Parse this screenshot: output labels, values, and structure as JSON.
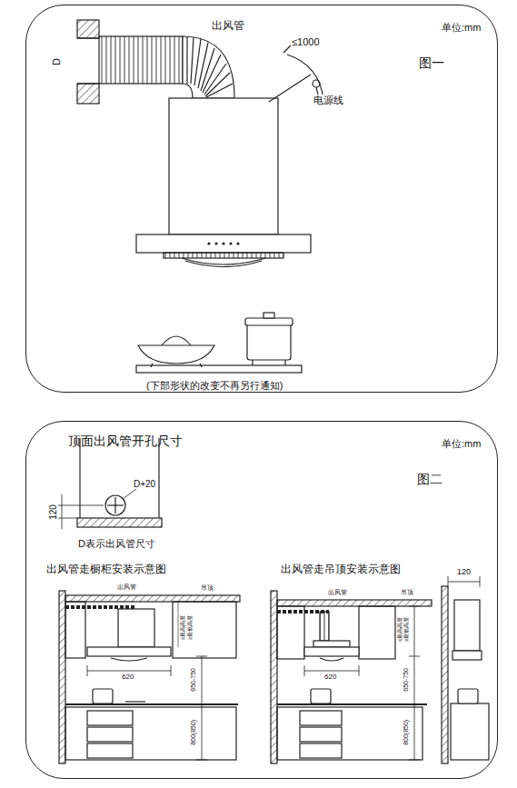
{
  "diagram": {
    "nodes": [
      {
        "text": [
          "单位:mm",
          "图一"
        ]
      },
      {
        "text": [
          "顶面出风管开孔尺寸",
          "单位:mm",
          "图二"
        ]
      }
    ],
    "labels": [
      "D",
      "出风管",
      "≤1000",
      "电源线",
      "(下部形状的改变不再另行通知)",
      "120",
      "D+20",
      "D表示出风管尺寸",
      "出风管走橱柜安装示意图",
      "出风管走吊顶安装示意图",
      "出风管",
      "吊顶",
      "≤最高高度",
      "≥最低高度",
      "620",
      "650-750",
      "800(850)",
      "出风管",
      "吊顶",
      "≤最高高度",
      "≥最低高度",
      "620",
      "650-750",
      "800(850)",
      "120"
    ]
  }
}
